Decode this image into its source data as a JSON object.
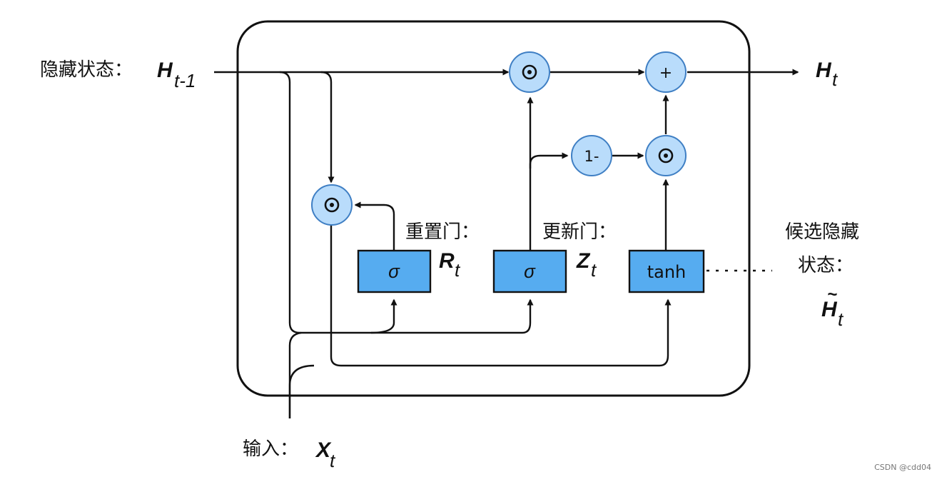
{
  "labels": {
    "hidden_state_in": "隐藏状态：",
    "h_prev_main": "H",
    "h_prev_sub": "t-1",
    "h_out_main": "H",
    "h_out_sub": "t",
    "input_label": "输入：",
    "x_main": "X",
    "x_sub": "t",
    "reset_gate": "重置门：",
    "r_main": "R",
    "r_sub": "t",
    "update_gate": "更新门：",
    "z_main": "Z",
    "z_sub": "t",
    "candidate_line1": "候选隐藏",
    "candidate_line2": "状态：",
    "htilde_main": "H",
    "htilde_tilde": "~",
    "htilde_sub": "t"
  },
  "blocks": {
    "sigma_reset": "σ",
    "sigma_update": "σ",
    "tanh": "tanh"
  },
  "ops": {
    "mul_top": "⊙",
    "plus": "+",
    "one_minus": "1-",
    "mul_mid": "⊙",
    "mul_reset": "⊙"
  },
  "watermark": "CSDN @cdd04",
  "colors": {
    "circle_fill": "#b9dcfb",
    "circle_stroke": "#3f7fc4",
    "block_fill": "#56acf0",
    "block_stroke": "#111111",
    "line": "#111111"
  }
}
